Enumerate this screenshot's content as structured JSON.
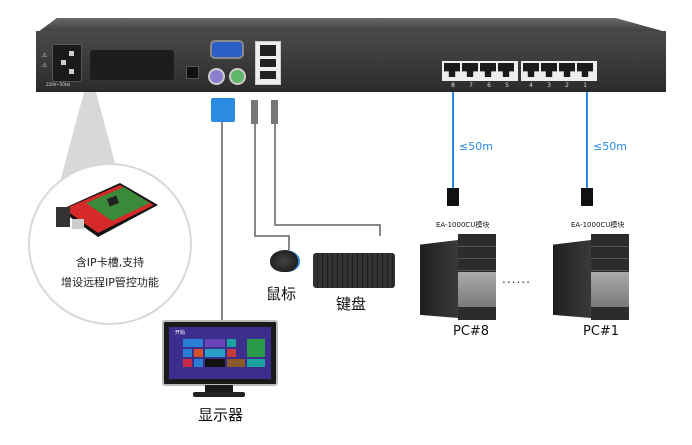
{
  "device": {
    "power_label": "220V~50Hz",
    "port_numbers": [
      "8",
      "7",
      "6",
      "5",
      "4",
      "3",
      "2",
      "1"
    ],
    "colors": {
      "body": "#2f2f2f",
      "vga": "#2b5ec7",
      "ps2_mouse": "#8a7fd0",
      "ps2_keyboard": "#5fb56a"
    }
  },
  "callout": {
    "line1": "含IP卡槽,支持",
    "line2": "增设远程IP管控功能"
  },
  "peripherals": {
    "mouse_label": "鼠标",
    "keyboard_label": "键盘",
    "monitor_label": "显示器",
    "monitor_screen_title": "开始"
  },
  "remote": {
    "cable_color": "#2b8be0",
    "distance_label": "≤50m",
    "module_label": "EA-1000CU模块",
    "ellipsis": "......",
    "pcs": [
      {
        "label": "PC#8",
        "port": "8"
      },
      {
        "label": "PC#1",
        "port": "1"
      }
    ]
  }
}
